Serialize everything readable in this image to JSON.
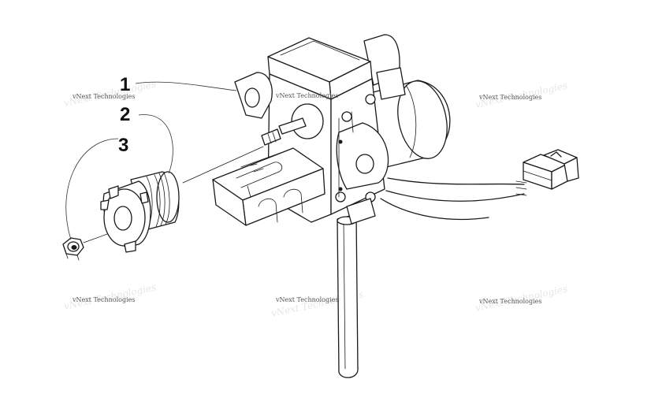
{
  "callouts": [
    {
      "label": "1"
    },
    {
      "label": "2"
    },
    {
      "label": "3"
    }
  ],
  "watermark": {
    "text": "vNext Technologies"
  },
  "colors": {
    "background": "#ffffff",
    "line": "#1a1a1a",
    "watermark": "#555555"
  }
}
